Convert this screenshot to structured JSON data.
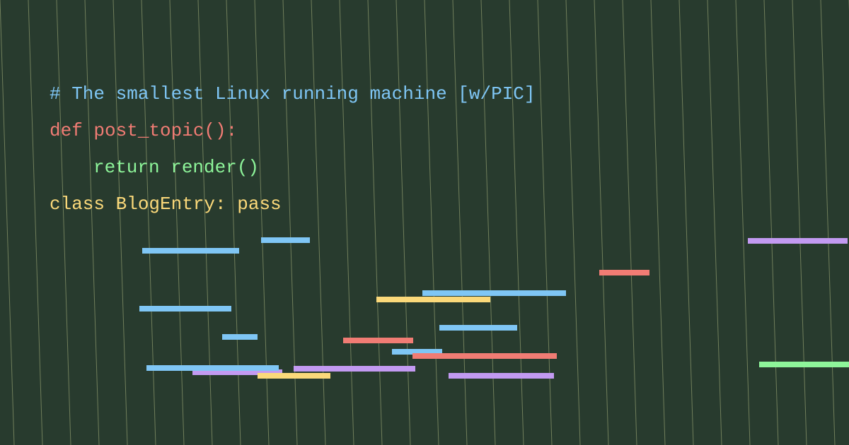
{
  "colors": {
    "background": "#283b2e",
    "vertical_line": "#8f9b6e",
    "blue": "#7fc6f5",
    "red": "#f17c74",
    "green": "#8ef59a",
    "yellow": "#fbd97a",
    "purple": "#c39af2"
  },
  "code": {
    "line1": "# The smallest Linux running machine [w/PIC]",
    "line2": "def post_topic():",
    "line3": "return render()",
    "line4": "class BlogEntry: pass"
  }
}
